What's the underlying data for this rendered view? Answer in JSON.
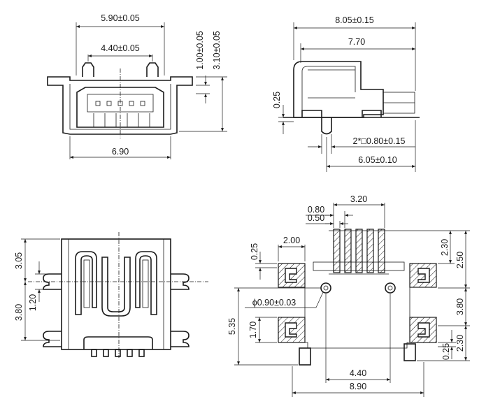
{
  "views": {
    "front": {
      "d_590": "5.90±0.05",
      "d_440": "4.40±0.05",
      "d_690": "6.90",
      "d_100": "1.00±0.05",
      "d_310": "3.10±0.05"
    },
    "side": {
      "d_805": "8.05±0.15",
      "d_770": "7.70",
      "d_025": "0.25",
      "d_080": "2*□0.80±0.15",
      "d_605": "6.05±0.10"
    },
    "top": {
      "d_305": "3.05",
      "d_120": "1.20",
      "d_380": "3.80"
    },
    "footprint": {
      "d_080": "0.80",
      "d_050": "0.50",
      "d_320": "3.20",
      "d_200": "2.00",
      "d_025a": "0.25",
      "d_230a": "2.30",
      "d_250": "2.50",
      "d_phi": "ϕ0.90±0.03",
      "d_535": "5.35",
      "d_170": "1.70",
      "d_380": "3.80",
      "d_025b": "0.25",
      "d_230b": "2.30",
      "d_440": "4.40",
      "d_890": "8.90"
    }
  }
}
